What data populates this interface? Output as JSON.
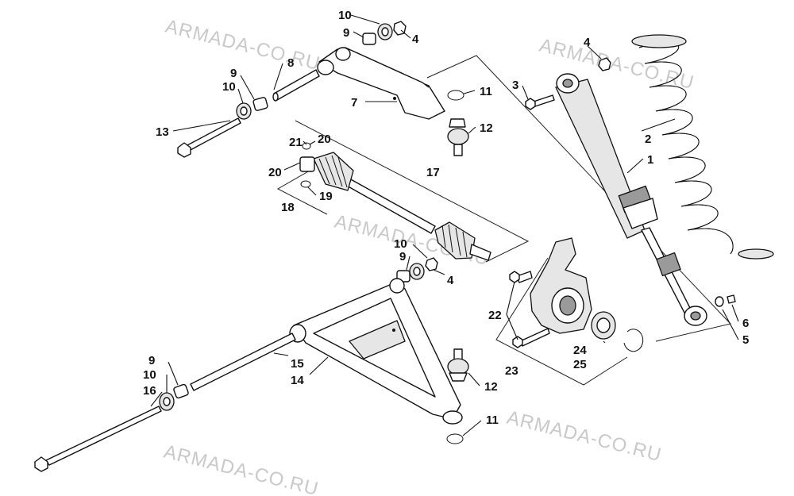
{
  "watermark": "ARMADA-CO.RU",
  "callouts": {
    "c1": "1",
    "c2": "2",
    "c3": "3",
    "c4a": "4",
    "c4b": "4",
    "c4c": "4",
    "c5": "5",
    "c6": "6",
    "c7": "7",
    "c8": "8",
    "c9a": "9",
    "c9b": "9",
    "c9c": "9",
    "c9d": "9",
    "c10a": "10",
    "c10b": "10",
    "c10c": "10",
    "c10d": "10",
    "c11a": "11",
    "c11b": "11",
    "c12a": "12",
    "c12b": "12",
    "c13": "13",
    "c14": "14",
    "c15": "15",
    "c16": "16",
    "c17": "17",
    "c18": "18",
    "c19": "19",
    "c20a": "20",
    "c20b": "20",
    "c21": "21",
    "c22": "22",
    "c23": "23",
    "c24": "24",
    "c25": "25"
  }
}
